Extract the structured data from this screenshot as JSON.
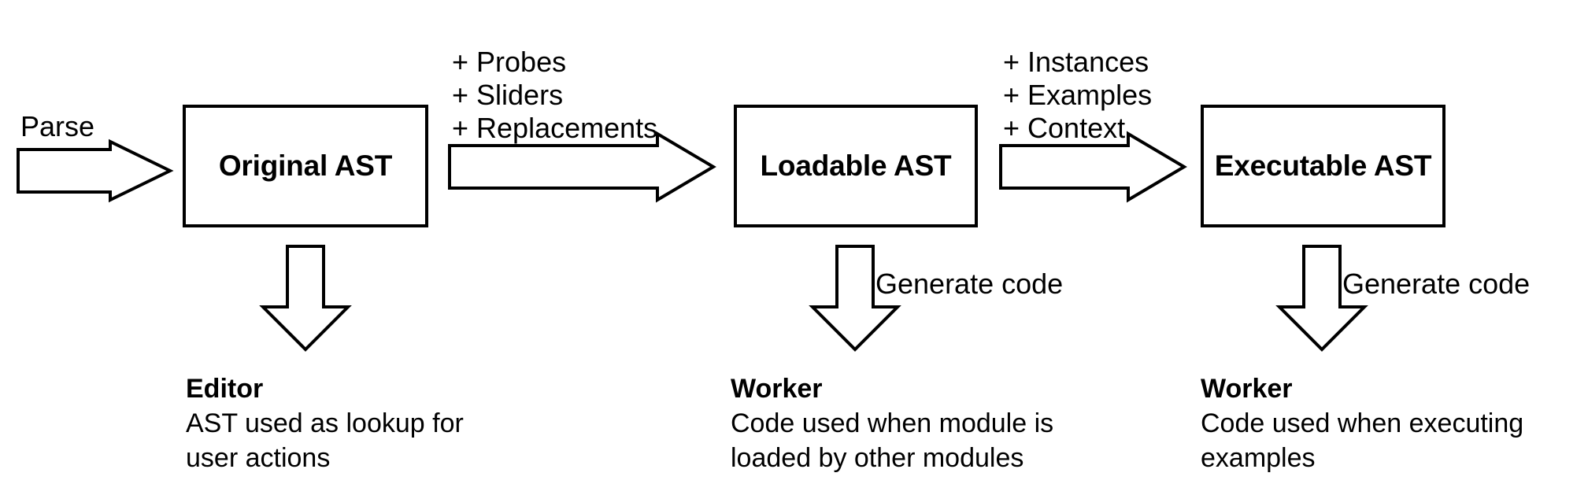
{
  "diagram": {
    "title": "AST transformation pipeline",
    "background_color": "#ffffff",
    "stroke_color": "#000000",
    "nodes": [
      {
        "id": "original-ast",
        "label": "Original AST"
      },
      {
        "id": "loadable-ast",
        "label": "Loadable AST"
      },
      {
        "id": "executable-ast",
        "label": "Executable AST"
      }
    ],
    "flow_arrows": [
      {
        "id": "parse-arrow",
        "label": "Parse",
        "label_lines": [
          "Parse"
        ],
        "from": "",
        "to": "original-ast"
      },
      {
        "id": "original-to-loadable-arrow",
        "label": "+ Probes + Sliders + Replacements",
        "label_lines": [
          "+ Probes",
          "+ Sliders",
          "+ Replacements"
        ],
        "from": "original-ast",
        "to": "loadable-ast"
      },
      {
        "id": "loadable-to-executable-arrow",
        "label": "+ Instances + Examples + Context",
        "label_lines": [
          "+ Instances",
          "+ Examples",
          "+ Context"
        ],
        "from": "loadable-ast",
        "to": "executable-ast"
      }
    ],
    "down_arrows": [
      {
        "id": "editor-arrow",
        "label": ""
      },
      {
        "id": "worker-loaded-arrow",
        "label": "Generate code"
      },
      {
        "id": "worker-exec-arrow",
        "label": "Generate code"
      }
    ],
    "captions": [
      {
        "id": "editor-caption",
        "title": "Editor",
        "lines": [
          "AST used as lookup for",
          "user actions"
        ]
      },
      {
        "id": "worker-loaded-caption",
        "title": "Worker",
        "lines": [
          "Code used when module is",
          "loaded by other modules"
        ]
      },
      {
        "id": "worker-exec-caption",
        "title": "Worker",
        "lines": [
          "Code used when executing",
          "examples"
        ]
      }
    ]
  }
}
